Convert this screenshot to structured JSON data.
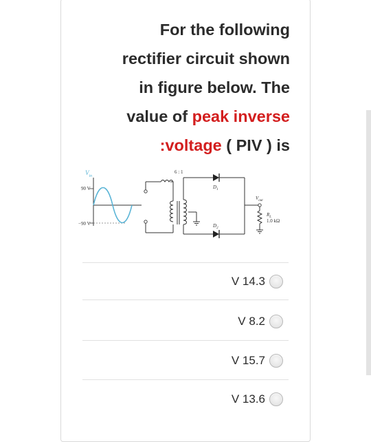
{
  "question": {
    "line1": "For the following",
    "line2": "rectifier circuit shown",
    "line3": "in figure below. The",
    "line4_prefix": "value of ",
    "line4_highlight": "peak inverse",
    "line5_highlight": ":voltage",
    "line5_suffix": " ( PIV ) is"
  },
  "figure": {
    "vin_label": "V",
    "vin_sub": "in",
    "pos_peak": "90 V",
    "neg_peak": "−90 V",
    "ratio": "6 : 1",
    "d1": "D",
    "d1_sub": "1",
    "d2": "D",
    "d2_sub": "2",
    "vout": "V",
    "vout_sub": "out",
    "rl": "R",
    "rl_sub": "L",
    "rl_value": "1.0 kΩ"
  },
  "options": [
    {
      "label": "V 14.3"
    },
    {
      "label": "V 8.2"
    },
    {
      "label": "V 15.7"
    },
    {
      "label": "V 13.6"
    }
  ],
  "colors": {
    "highlight": "#d31e1e",
    "text": "#2b2b2b",
    "sine": "#5ab4d6"
  }
}
